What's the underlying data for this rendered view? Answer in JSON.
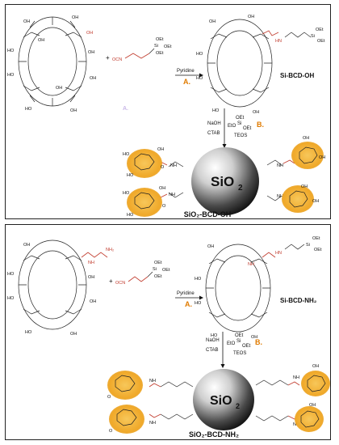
{
  "panel_a": {
    "reagent": {
      "oet1": "OEt",
      "si": "Si",
      "oet2": "OEt",
      "oet3": "OEt",
      "ocn": "OCN"
    },
    "plus": "+",
    "step1": {
      "reagent": "Pyridine",
      "letter": "A."
    },
    "faint_letter": "A.",
    "product_label": "Si-BCD-OH",
    "product_groups": {
      "hn": "HN",
      "oet1": "OEt",
      "si": "Si",
      "oet2": "OEt"
    },
    "step2": {
      "naoh": "NaOH",
      "ctab": "CTAB",
      "teos_oet": "OEt",
      "teos_eto": "EtO",
      "teos_si": "Si",
      "teos_oet2": "OEt",
      "teos": "TEOS",
      "letter": "B."
    },
    "particle": {
      "label_main": "SiO",
      "label_sub": "2"
    },
    "bottom_label": "SiO₂-BCD-OH",
    "hydroxyl": "OH",
    "ho": "HO",
    "nh": "NH",
    "o": "O"
  },
  "panel_b": {
    "amine": {
      "nh": "NH",
      "nh2": "NH₂"
    },
    "reagent": {
      "oet1": "OEt",
      "si": "Si",
      "oet2": "OEt",
      "oet3": "OEt",
      "ocn": "OCN"
    },
    "plus": "+",
    "step1": {
      "reagent": "Pyridine",
      "letter": "A."
    },
    "product_label": "Si-BCD-NH₂",
    "product_groups": {
      "nh": "NH",
      "hn": "HN",
      "oet1": "OEt",
      "si": "Si",
      "oet2": "OEt"
    },
    "step2": {
      "naoh": "NaOH",
      "ctab": "CTAB",
      "teos_oet": "OEt",
      "teos_eto": "EtO",
      "teos_si": "Si",
      "teos_oet2": "OEt",
      "teos": "TEOS",
      "letter": "B."
    },
    "particle": {
      "label_main": "SiO",
      "label_sub": "2"
    },
    "bottom_label": "SiO₂-BCD-NH₂",
    "hydroxyl": "OH",
    "ho": "HO",
    "nh": "NH",
    "o": "O"
  },
  "colors": {
    "accent": "#e07b00",
    "linker": "#c0392b",
    "cd_fill": "#f2b43c",
    "border": "#222222"
  }
}
